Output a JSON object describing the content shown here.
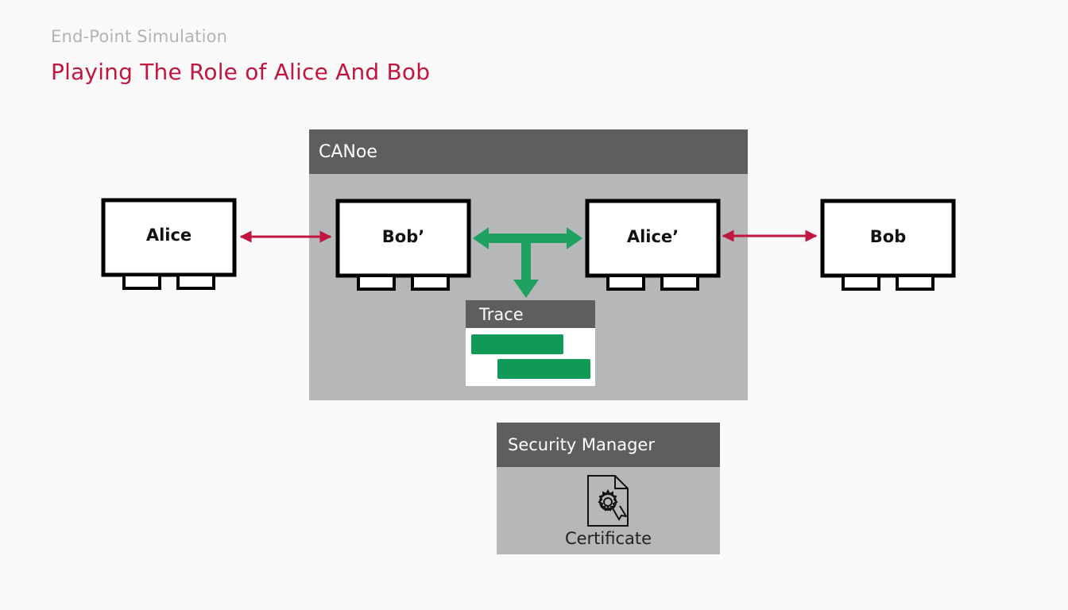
{
  "header": {
    "subtitle": "End-Point Simulation",
    "title": "Playing The Role of Alice And Bob"
  },
  "canoe": {
    "label": "CANoe"
  },
  "nodes": {
    "alice": "Alice",
    "bob_sim": "Bob’",
    "alice_sim": "Alice’",
    "bob": "Bob"
  },
  "trace": {
    "label": "Trace"
  },
  "security_manager": {
    "label": "Security Manager",
    "certificate": "Certificate"
  },
  "colors": {
    "red_arrow": "#c0163f",
    "green_arrow": "#1ea060",
    "panel_header": "#5c5e5f",
    "panel_body": "#b5b7b9"
  },
  "icons": [
    "certificate-icon"
  ]
}
